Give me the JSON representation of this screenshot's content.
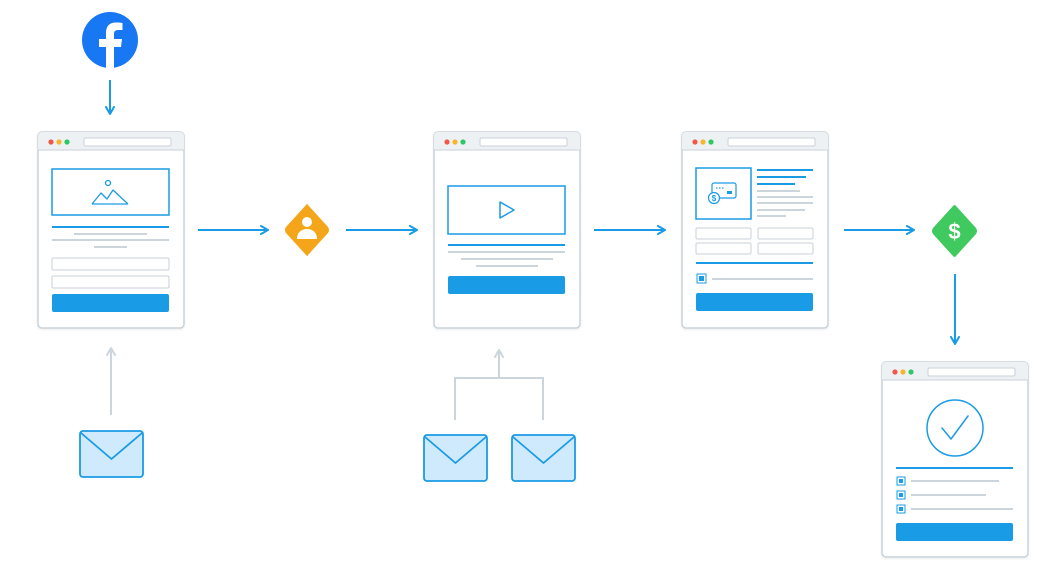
{
  "diagram": {
    "type": "sales-funnel-flow",
    "colors": {
      "blue": "#1a9be6",
      "page_border": "#c9d2da",
      "chrome_bg": "#eef1f4",
      "line_gray": "#cdd5dc",
      "orange": "#f4a51a",
      "green": "#3fc95f",
      "facebook": "#1877f2",
      "envelope_fill": "#cfeafc",
      "dot_red": "#f0584a",
      "dot_yellow": "#f6b52a",
      "dot_green": "#2ec765"
    },
    "nodes": [
      {
        "id": "facebook",
        "kind": "icon",
        "icon": "facebook-icon"
      },
      {
        "id": "optin-page",
        "kind": "browser-page",
        "content": "image-form"
      },
      {
        "id": "lead",
        "kind": "diamond",
        "icon": "user-icon",
        "color": "orange"
      },
      {
        "id": "video-page",
        "kind": "browser-page",
        "content": "video"
      },
      {
        "id": "checkout-page",
        "kind": "browser-page",
        "content": "payment-form"
      },
      {
        "id": "sale",
        "kind": "diamond",
        "icon": "dollar-icon",
        "color": "green"
      },
      {
        "id": "confirmation-page",
        "kind": "browser-page",
        "content": "check-list"
      },
      {
        "id": "email-1",
        "kind": "icon",
        "icon": "envelope-icon"
      },
      {
        "id": "email-2",
        "kind": "icon",
        "icon": "envelope-icon"
      },
      {
        "id": "email-3",
        "kind": "icon",
        "icon": "envelope-icon"
      }
    ],
    "edges": [
      {
        "from": "facebook",
        "to": "optin-page",
        "style": "blue"
      },
      {
        "from": "optin-page",
        "to": "lead",
        "style": "blue"
      },
      {
        "from": "lead",
        "to": "video-page",
        "style": "blue"
      },
      {
        "from": "video-page",
        "to": "checkout-page",
        "style": "blue"
      },
      {
        "from": "checkout-page",
        "to": "sale",
        "style": "blue"
      },
      {
        "from": "sale",
        "to": "confirmation-page",
        "style": "blue"
      },
      {
        "from": "email-1",
        "to": "optin-page",
        "style": "gray"
      },
      {
        "from": "email-2",
        "to": "video-page",
        "style": "gray"
      },
      {
        "from": "email-3",
        "to": "video-page",
        "style": "gray"
      }
    ]
  }
}
